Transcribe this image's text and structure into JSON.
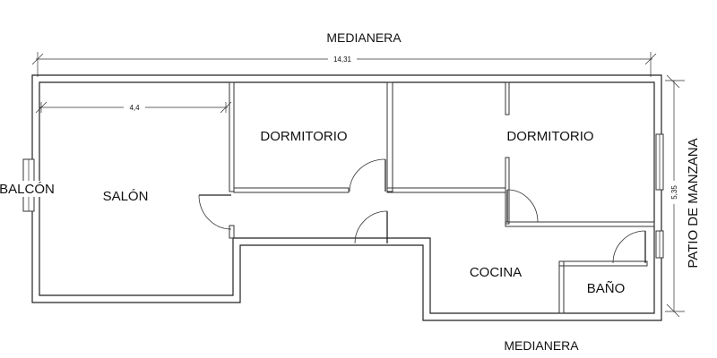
{
  "labels": {
    "top_wall": "MEDIANERA",
    "bottom_wall": "MEDIANERA",
    "right_side": "PATIO DE MANZANA",
    "balcony": "BALCÓN"
  },
  "dimensions": {
    "total_length": "14,31",
    "salon_width": "4,4",
    "depth": "5,35"
  },
  "rooms": {
    "salon": "SALÓN",
    "bedroom_1": "DORMITORIO",
    "bedroom_2": "DORMITORIO",
    "kitchen": "COCINA",
    "bathroom": "BAÑO"
  }
}
